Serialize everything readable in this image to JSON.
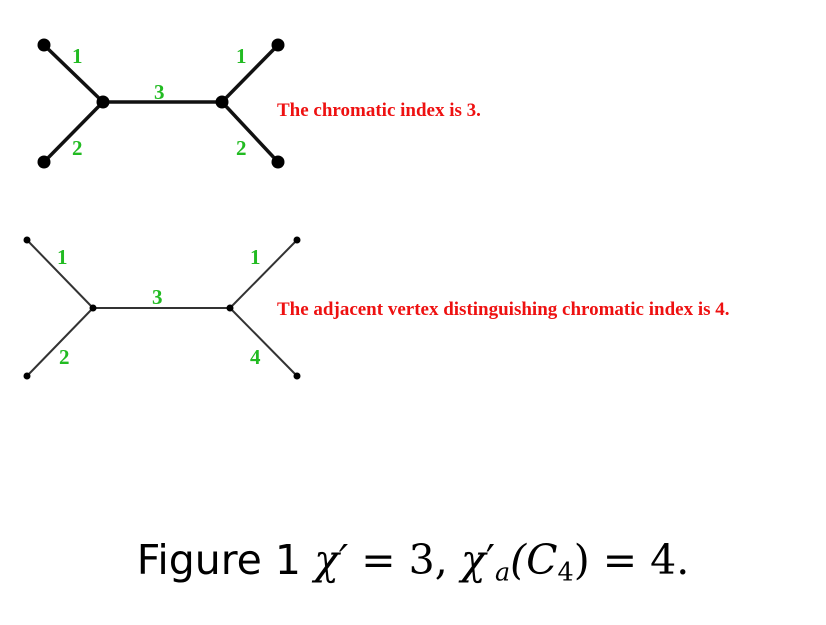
{
  "colors": {
    "edge": "#111111",
    "edge_light": "#333333",
    "vertex": "#000000",
    "label": "#22bb22",
    "note": "#ee1111",
    "caption": "#000000"
  },
  "graphs": [
    {
      "id": "top",
      "edge_labels": [
        "1",
        "2",
        "3",
        "1",
        "2"
      ],
      "note": "The chromatic index is 3."
    },
    {
      "id": "bottom",
      "edge_labels": [
        "1",
        "2",
        "3",
        "1",
        "4"
      ],
      "note": "The adjacent vertex distinguishing chromatic index is 4."
    }
  ],
  "caption": {
    "prefix": "Figure 1",
    "chi": "χ′",
    "eq": "= 3,",
    "chi_a": "χ",
    "prime": "′",
    "sub": "a",
    "arg": "(C",
    "arg_sub": "4",
    "close": ")",
    "result": "= 4."
  }
}
